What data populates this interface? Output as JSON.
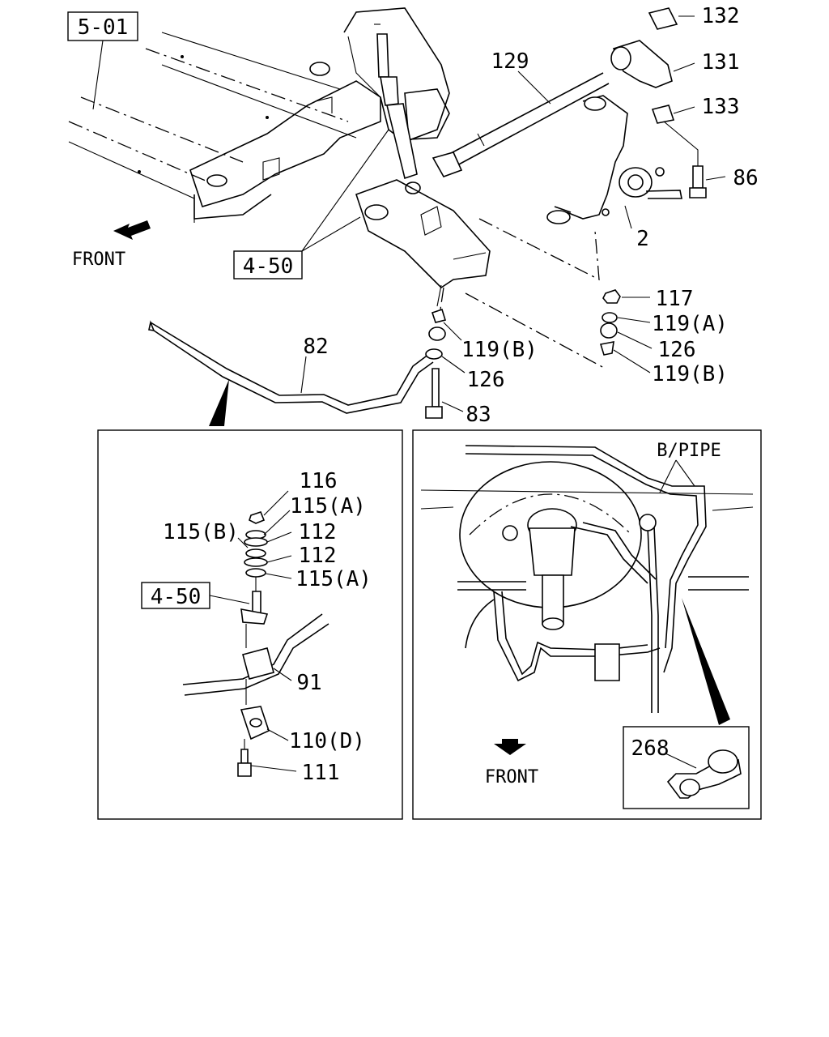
{
  "references": {
    "frame": "5-01",
    "lower_arm": "4-50",
    "detail_lower_arm": "4-50"
  },
  "callouts": {
    "c132": "132",
    "c131": "131",
    "c129": "129",
    "c133": "133",
    "c86": "86",
    "c2": "2",
    "c117": "117",
    "c119a": "119(A)",
    "c126_right": "126",
    "c119b_right": "119(B)",
    "c82": "82",
    "c119b_left": "119(B)",
    "c126_left": "126",
    "c83": "83"
  },
  "detail_left": {
    "c116": "116",
    "c115a_top": "115(A)",
    "c115b": "115(B)",
    "c112_top": "112",
    "c112_bottom": "112",
    "c115a_bottom": "115(A)",
    "c91": "91",
    "c110d": "110(D)",
    "c111": "111"
  },
  "detail_right": {
    "b_pipe": "B/PIPE",
    "c268": "268",
    "front": "FRONT"
  },
  "main_front": "FRONT"
}
